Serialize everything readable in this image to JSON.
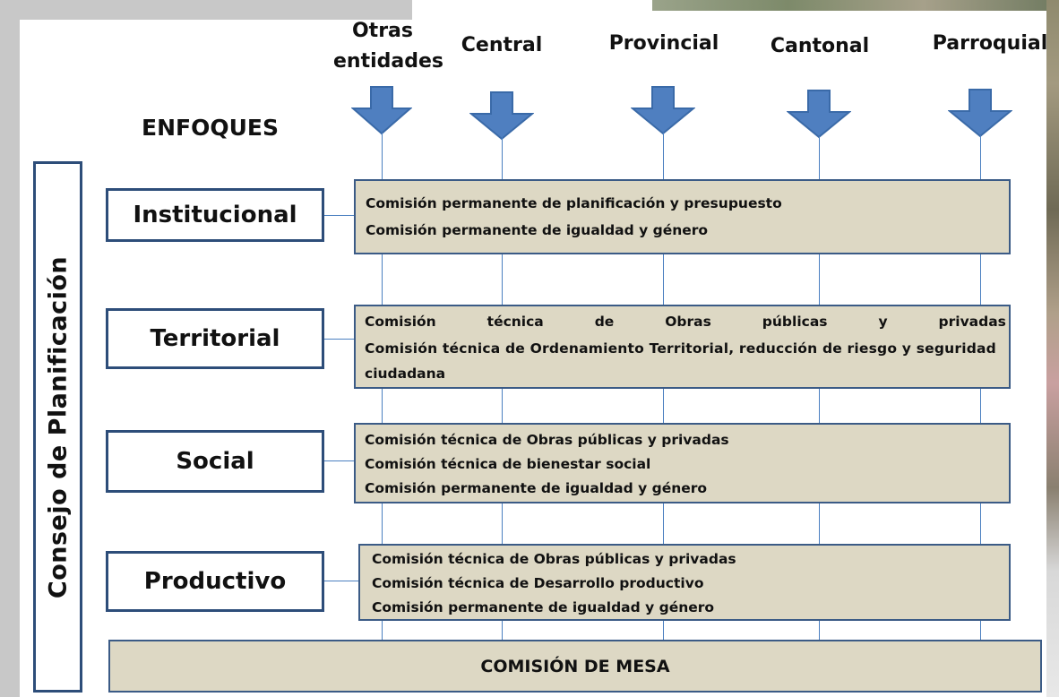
{
  "columns": [
    {
      "label_line1": "Otras",
      "label_line2": "entidades"
    },
    {
      "label_line1": "Central",
      "label_line2": ""
    },
    {
      "label_line1": "Provincial",
      "label_line2": ""
    },
    {
      "label_line1": "Cantonal",
      "label_line2": ""
    },
    {
      "label_line1": "Parroquial",
      "label_line2": ""
    }
  ],
  "enfoques_title": "ENFOQUES",
  "consejo_label": "Consejo de Planificación",
  "rows": [
    {
      "enfoque": "Institucional",
      "commissions": [
        "Comisión permanente de planificación y presupuesto",
        "Comisión permanente de igualdad y género"
      ]
    },
    {
      "enfoque": "Territorial",
      "commissions": [
        "Comisión técnica de Obras públicas y privadas",
        "Comisión técnica de Ordenamiento Territorial, reducción de riesgo y seguridad",
        "ciudadana"
      ]
    },
    {
      "enfoque": "Social",
      "commissions": [
        "Comisión técnica de Obras públicas y privadas",
        "Comisión técnica de bienestar social",
        "Comisión permanente de igualdad y género"
      ]
    },
    {
      "enfoque": "Productivo",
      "commissions": [
        "Comisión técnica de Obras públicas y privadas",
        "Comisión técnica de Desarrollo productivo",
        "Comisión permanente de igualdad y género"
      ]
    }
  ],
  "mesa": "COMISIÓN DE MESA",
  "colors": {
    "arrow": "#4f7fc0",
    "box_fill": "#ddd8c4",
    "border": "#2d4d79"
  }
}
